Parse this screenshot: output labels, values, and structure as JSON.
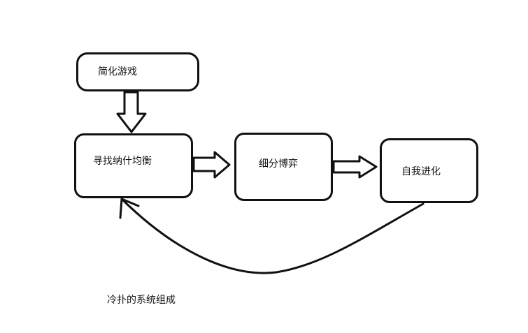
{
  "nodes": {
    "simplify": "简化游戏",
    "nash": "寻找纳什均衡",
    "subgame": "细分博弈",
    "evolve": "自我进化"
  },
  "caption": "冷扑的系统组成"
}
